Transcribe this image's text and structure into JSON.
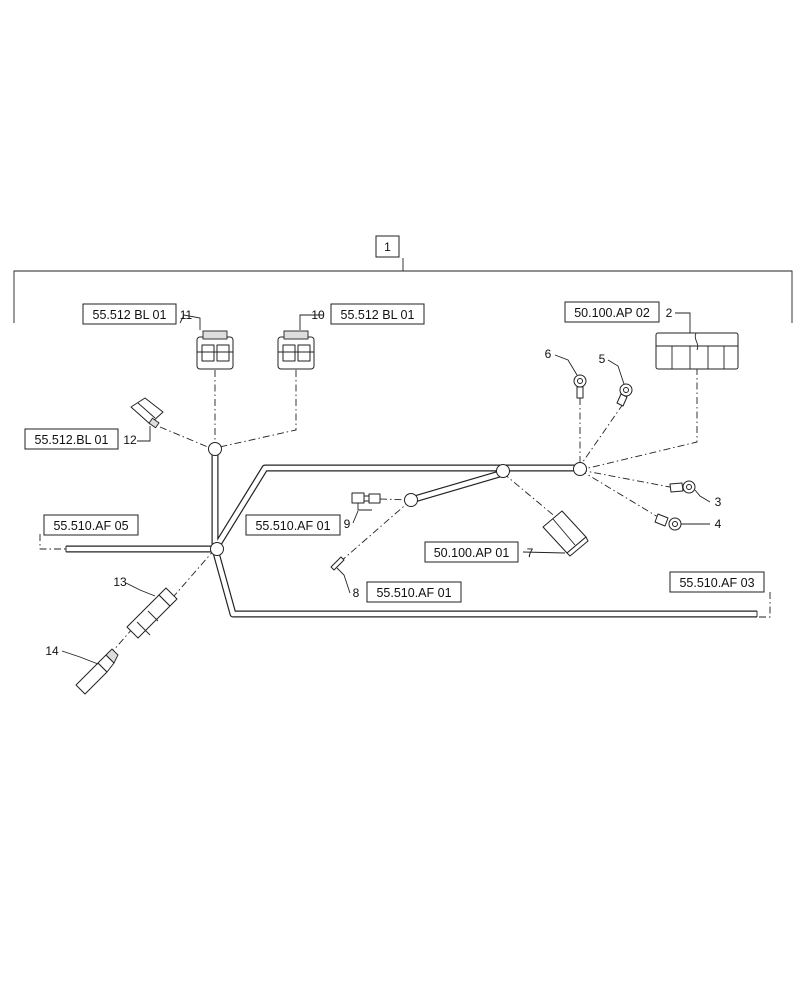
{
  "assembly_callout": "1",
  "references": {
    "r11": "55.512 BL 01",
    "r10": "55.512 BL 01",
    "r2": "50.100.AP 02",
    "r12": "55.512.BL 01",
    "r_af05": "55.510.AF 05",
    "r9": "55.510.AF 01",
    "r7": "50.100.AP 01",
    "r8": "55.510.AF 01",
    "r_af03": "55.510.AF 03"
  },
  "items": {
    "i2": "2",
    "i3": "3",
    "i4": "4",
    "i5": "5",
    "i6": "6",
    "i7": "7",
    "i8": "8",
    "i9": "9",
    "i10": "10",
    "i11": "11",
    "i12": "12",
    "i13": "13",
    "i14": "14"
  }
}
